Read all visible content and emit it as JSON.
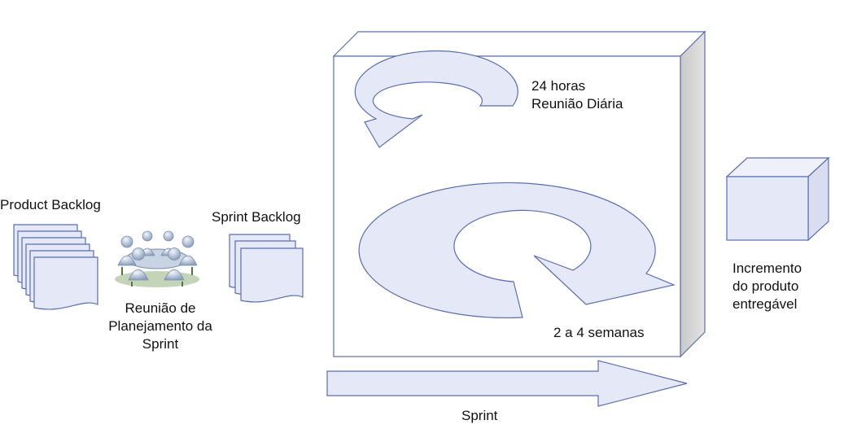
{
  "labels": {
    "product_backlog": "Product Backlog",
    "sprint_backlog": "Sprint Backlog",
    "planning_line1": "Reunião de",
    "planning_line2": "Planejamento da",
    "planning_line3": "Sprint",
    "daily_line1": "24 horas",
    "daily_line2": "Reunião Diária",
    "duration": "2 a 4 semanas",
    "increment_line1": "Incremento",
    "increment_line2": "do produto",
    "increment_line3": "entregável",
    "sprint": "Sprint"
  },
  "colors": {
    "stroke": "#5b6fb0",
    "fill": "#e4e8f7",
    "box_front": "#ffffff",
    "box_side": "#d4d4d4",
    "arrow_fill": "#e4e8f7"
  },
  "icons": {
    "planning_meeting": "people-around-table-icon"
  }
}
